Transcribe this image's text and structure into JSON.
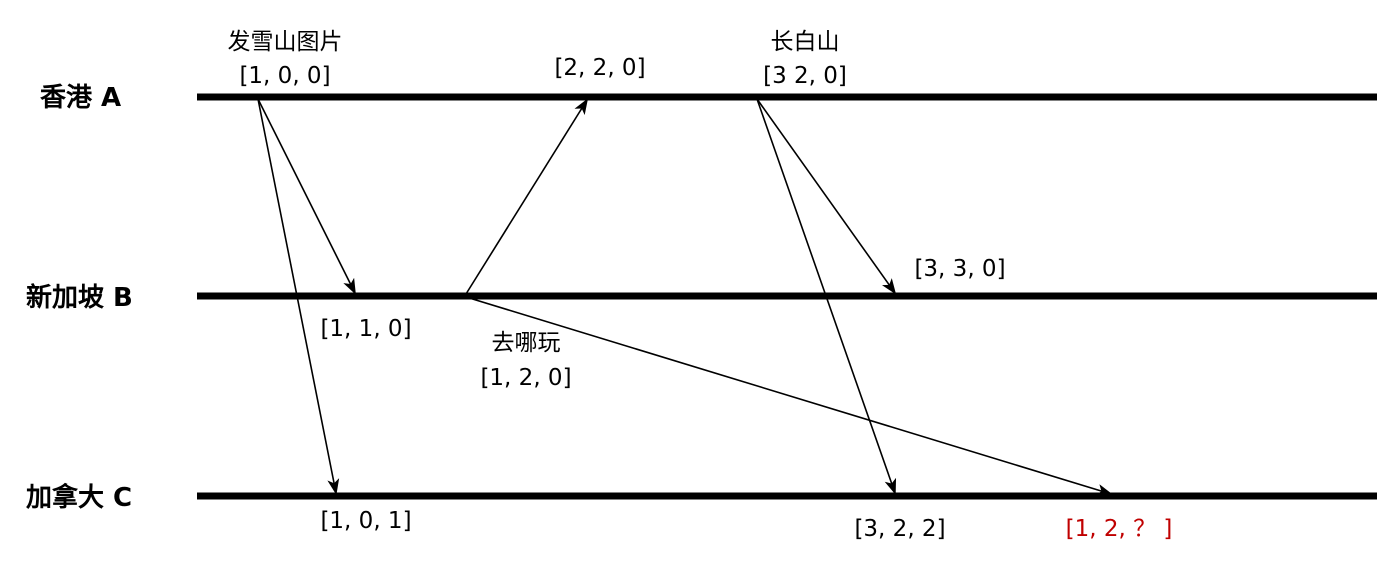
{
  "nodes": {
    "a": "香港 A",
    "b": "新加坡 B",
    "c": "加拿大 C"
  },
  "events": {
    "a_send_title": "发雪山图片",
    "a_send_clock": "[1, 0, 0]",
    "a_recv_clock": "[2, 2, 0]",
    "a_send2_title": "长白山",
    "a_send2_clock": "[3 2, 0]",
    "b_recv1_clock": "[1, 1, 0]",
    "b_send_title": "去哪玩",
    "b_send_clock": "[1, 2, 0]",
    "b_recv2_clock": "[3, 3, 0]",
    "c_recv1_clock": "[1, 0, 1]",
    "c_recv2_clock": "[3, 2, 2]",
    "c_recv3_clock": "[1, 2, ？ ]"
  },
  "colors": {
    "line": "#000000",
    "unknown": "#c00000"
  }
}
